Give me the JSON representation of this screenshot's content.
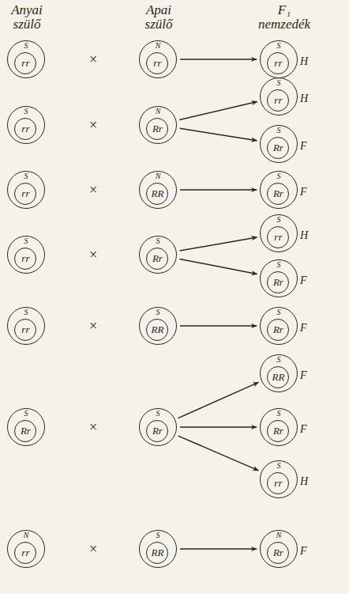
{
  "diagram": {
    "nodes": [
      {
        "text": [
          "S"
        ]
      },
      {
        "text": [
          "rr"
        ],
        "in": 0
      },
      {
        "text": [
          "N"
        ]
      },
      {
        "text": [
          "rr"
        ],
        "in": 2
      },
      {
        "text": [
          "S"
        ]
      },
      {
        "text": [
          "rr"
        ],
        "in": 4
      },
      {
        "text": [
          "S"
        ]
      },
      {
        "text": [
          "rr"
        ],
        "in": 6
      },
      {
        "text": [
          "N"
        ]
      },
      {
        "text": [
          "Rr"
        ],
        "in": 8
      },
      {
        "text": [
          "S"
        ]
      },
      {
        "text": [
          "rr"
        ],
        "in": 10
      },
      {
        "text": [
          "S"
        ]
      },
      {
        "text": [
          "Rr"
        ],
        "in": 12
      },
      {
        "text": [
          "S"
        ]
      },
      {
        "text": [
          "rr"
        ],
        "in": 14
      },
      {
        "text": [
          "N"
        ]
      },
      {
        "text": [
          "RR"
        ],
        "in": 16
      },
      {
        "text": [
          "S"
        ]
      },
      {
        "text": [
          "Rr"
        ],
        "in": 18
      },
      {
        "text": [
          "S"
        ]
      },
      {
        "text": [
          "rr"
        ],
        "in": 20
      },
      {
        "text": [
          "S"
        ]
      },
      {
        "text": [
          "Rr"
        ],
        "in": 22
      },
      {
        "text": [
          "S"
        ]
      },
      {
        "text": [
          "rr"
        ],
        "in": 24
      },
      {
        "text": [
          "S"
        ]
      },
      {
        "text": [
          "Rr"
        ],
        "in": 26
      },
      {
        "text": [
          "S"
        ]
      },
      {
        "text": [
          "rr"
        ],
        "in": 28
      },
      {
        "text": [
          "S"
        ]
      },
      {
        "text": [
          "RR"
        ],
        "in": 30
      },
      {
        "text": [
          "S"
        ]
      },
      {
        "text": [
          "Rr"
        ],
        "in": 32
      },
      {
        "text": [
          "S"
        ]
      },
      {
        "text": [
          "Rr"
        ],
        "in": 34
      },
      {
        "text": [
          "S"
        ]
      },
      {
        "text": [
          "Rr"
        ],
        "in": 36
      },
      {
        "text": [
          "S"
        ]
      },
      {
        "text": [
          "RR"
        ],
        "in": 38
      },
      {
        "text": [
          "S"
        ]
      },
      {
        "text": [
          "Rr"
        ],
        "in": 40
      },
      {
        "text": [
          "S"
        ]
      },
      {
        "text": [
          "rr"
        ],
        "in": 42
      },
      {
        "text": [
          "N"
        ]
      },
      {
        "text": [
          "rr"
        ],
        "in": 44
      },
      {
        "text": [
          "S"
        ]
      },
      {
        "text": [
          "RR"
        ],
        "in": 46
      },
      {
        "text": [
          "N"
        ]
      },
      {
        "text": [
          "Rr"
        ],
        "in": 48
      }
    ],
    "edges": [
      {
        "from": 2,
        "to": 4,
        "arrow": "to"
      },
      {
        "from": 8,
        "to": 10,
        "arrow": "to"
      },
      {
        "from": 8,
        "to": 12,
        "arrow": "to"
      },
      {
        "from": 16,
        "to": 18,
        "arrow": "to"
      },
      {
        "from": 22,
        "to": 24,
        "arrow": "to"
      },
      {
        "from": 22,
        "to": 26,
        "arrow": "to"
      },
      {
        "from": 30,
        "to": 32,
        "arrow": "to"
      },
      {
        "from": 36,
        "to": 38,
        "arrow": "to"
      },
      {
        "from": 36,
        "to": 40,
        "arrow": "to"
      },
      {
        "from": 36,
        "to": 42,
        "arrow": "to"
      },
      {
        "from": 46,
        "to": 48,
        "arrow": "to"
      }
    ],
    "labels": [
      "Anyai szülő",
      "Apai szülő",
      "F₁ nemzedék",
      "×",
      "×",
      "×",
      "×",
      "×",
      "×",
      "×",
      "H",
      "H",
      "F",
      "F",
      "H",
      "F",
      "F",
      "F",
      "F",
      "H",
      "F"
    ]
  }
}
